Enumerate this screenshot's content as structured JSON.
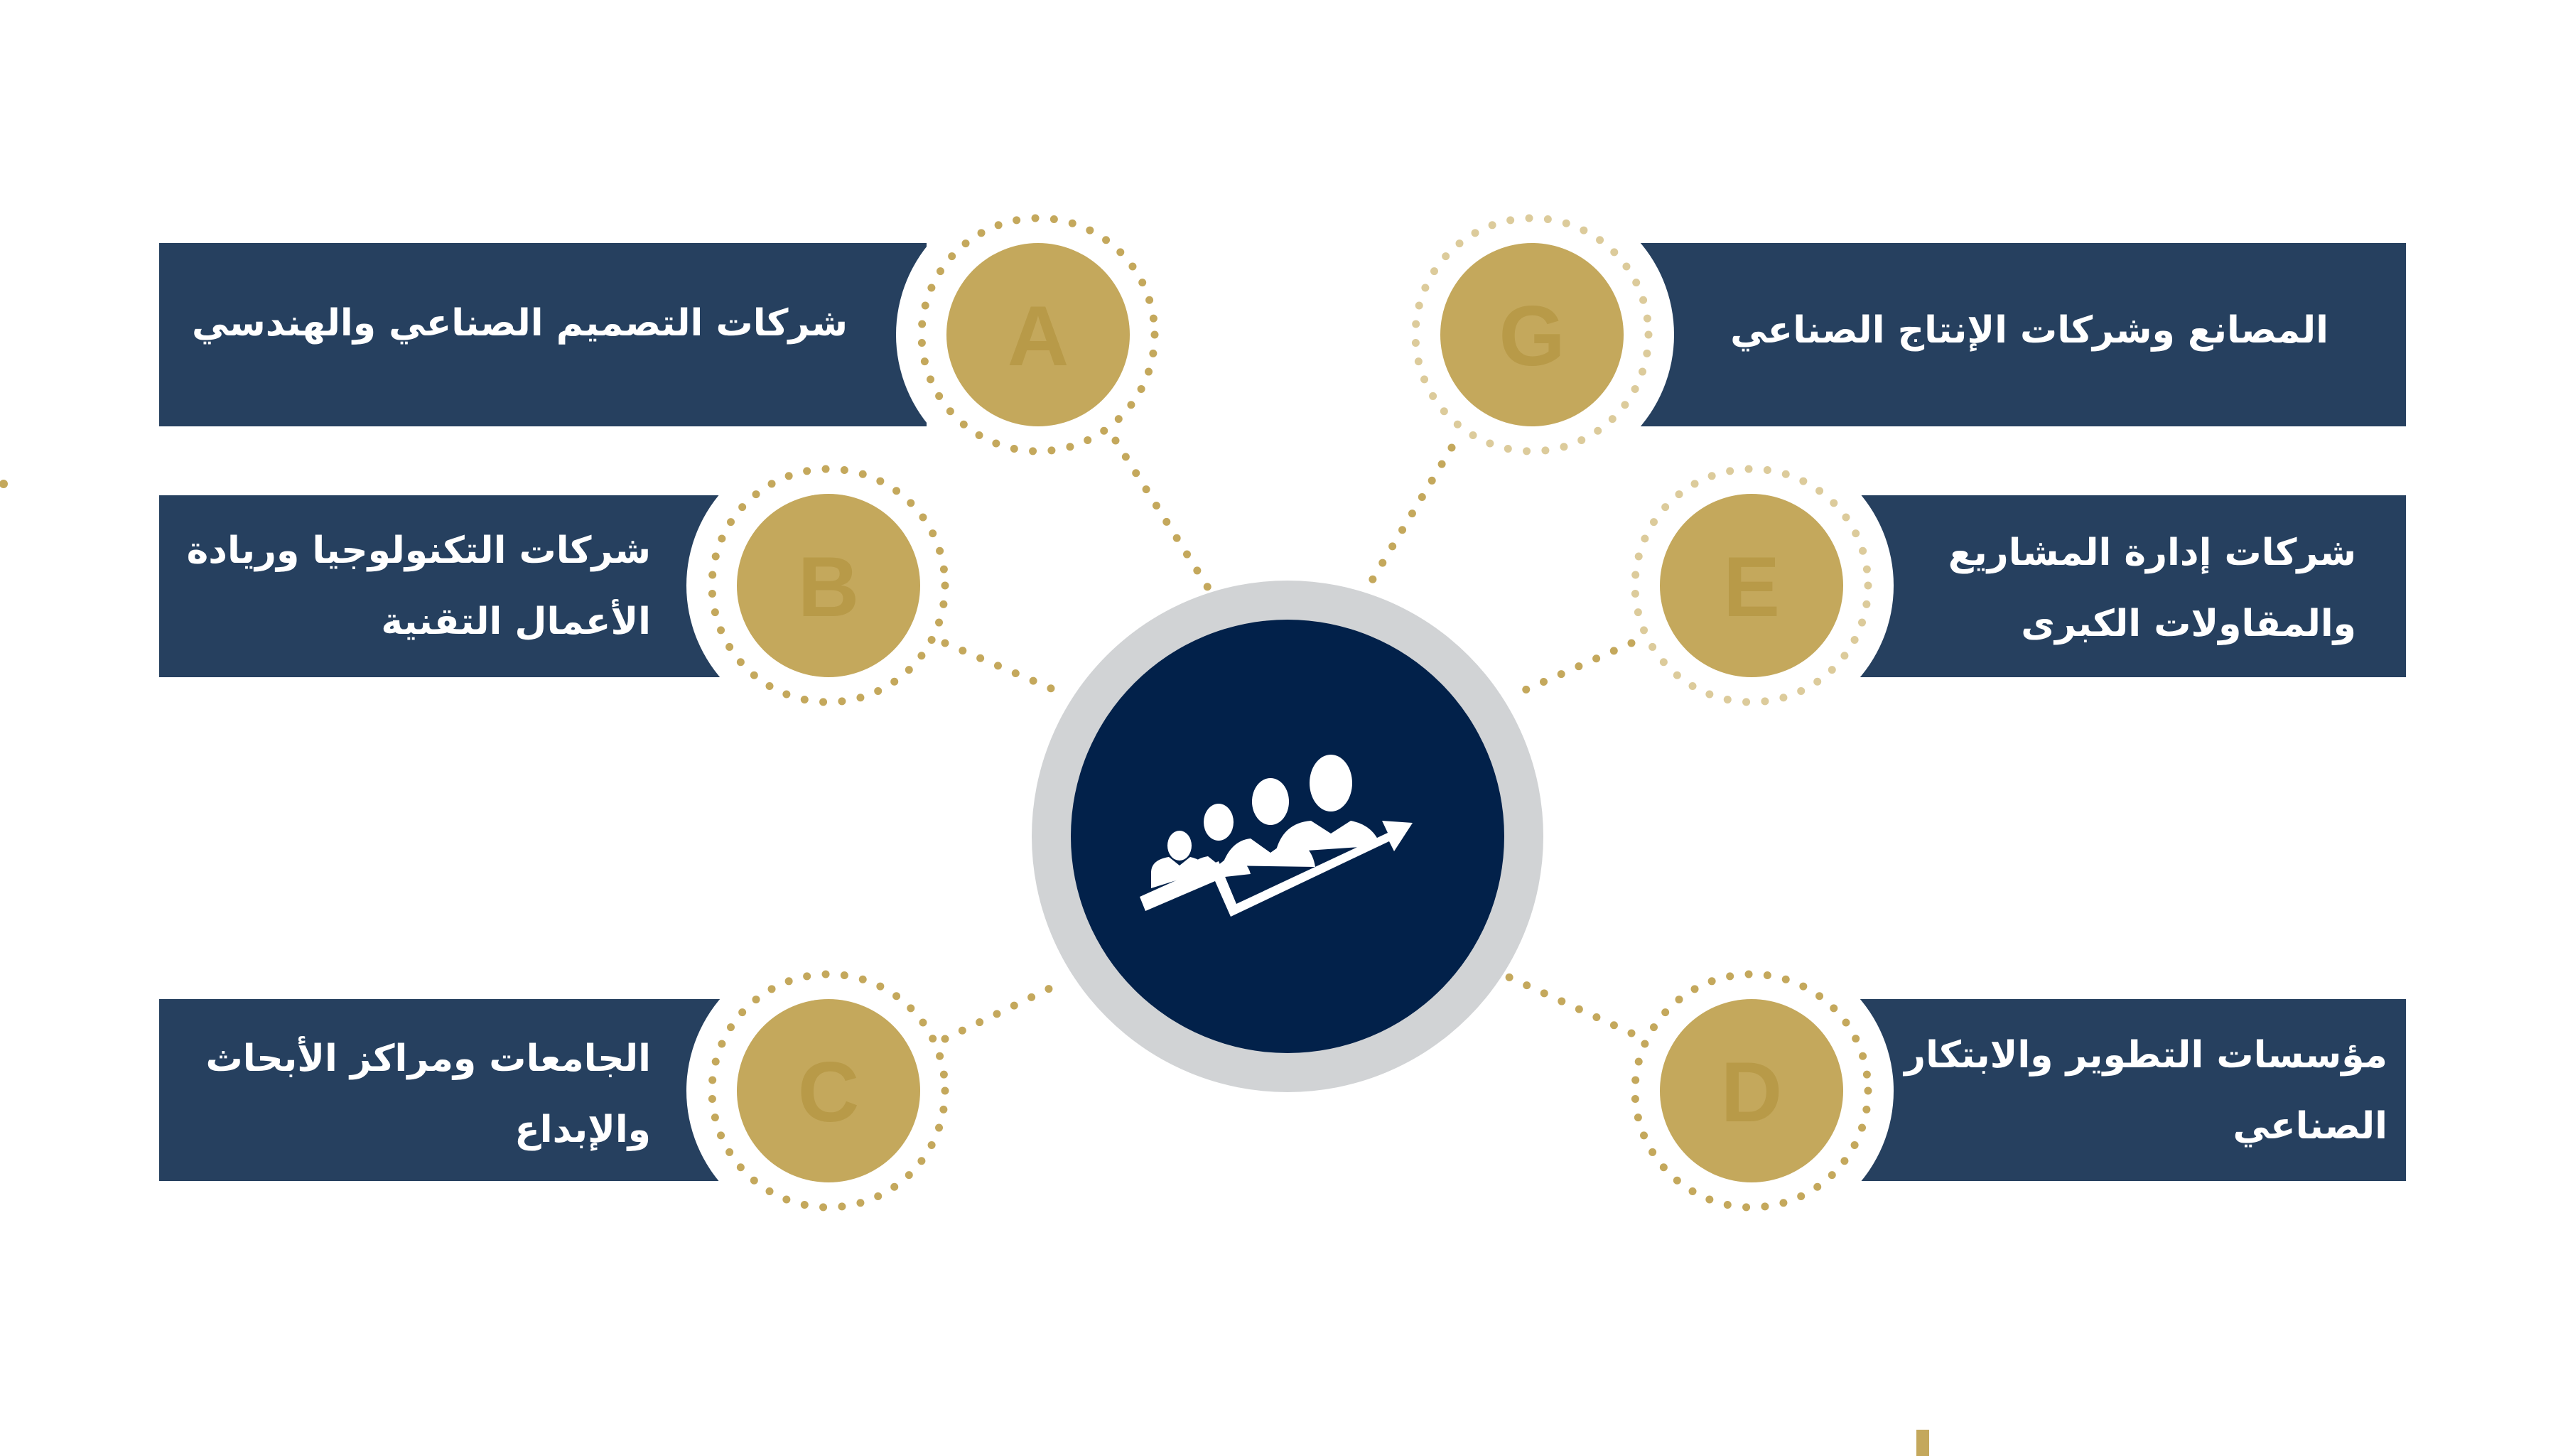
{
  "colors": {
    "bar": "#26405f",
    "center": "#02214a",
    "ring": "#d1d3d5",
    "gold": "#c4a85c",
    "gold_letter": "#b89a48",
    "gold_light": "#dccb9b"
  },
  "center_icon": "team-growth-arrow-icon",
  "items": {
    "A": {
      "letter": "A",
      "line1": "شركات التصميم الصناعي والهندسي",
      "line2": ""
    },
    "B": {
      "letter": "B",
      "line1": "شركات التكنولوجيا وريادة",
      "line2": "الأعمال التقنية"
    },
    "C": {
      "letter": "C",
      "line1": "الجامعات ومراكز الأبحاث",
      "line2": "والإبداع"
    },
    "G": {
      "letter": "G",
      "line1": "المصانع وشركات الإنتاج الصناعي",
      "line2": ""
    },
    "E": {
      "letter": "E",
      "line1": "شركات إدارة المشاريع",
      "line2": "والمقاولات الكبرى"
    },
    "D": {
      "letter": "D",
      "line1": "مؤسسات التطوير والابتكار",
      "line2": "الصناعي"
    }
  }
}
